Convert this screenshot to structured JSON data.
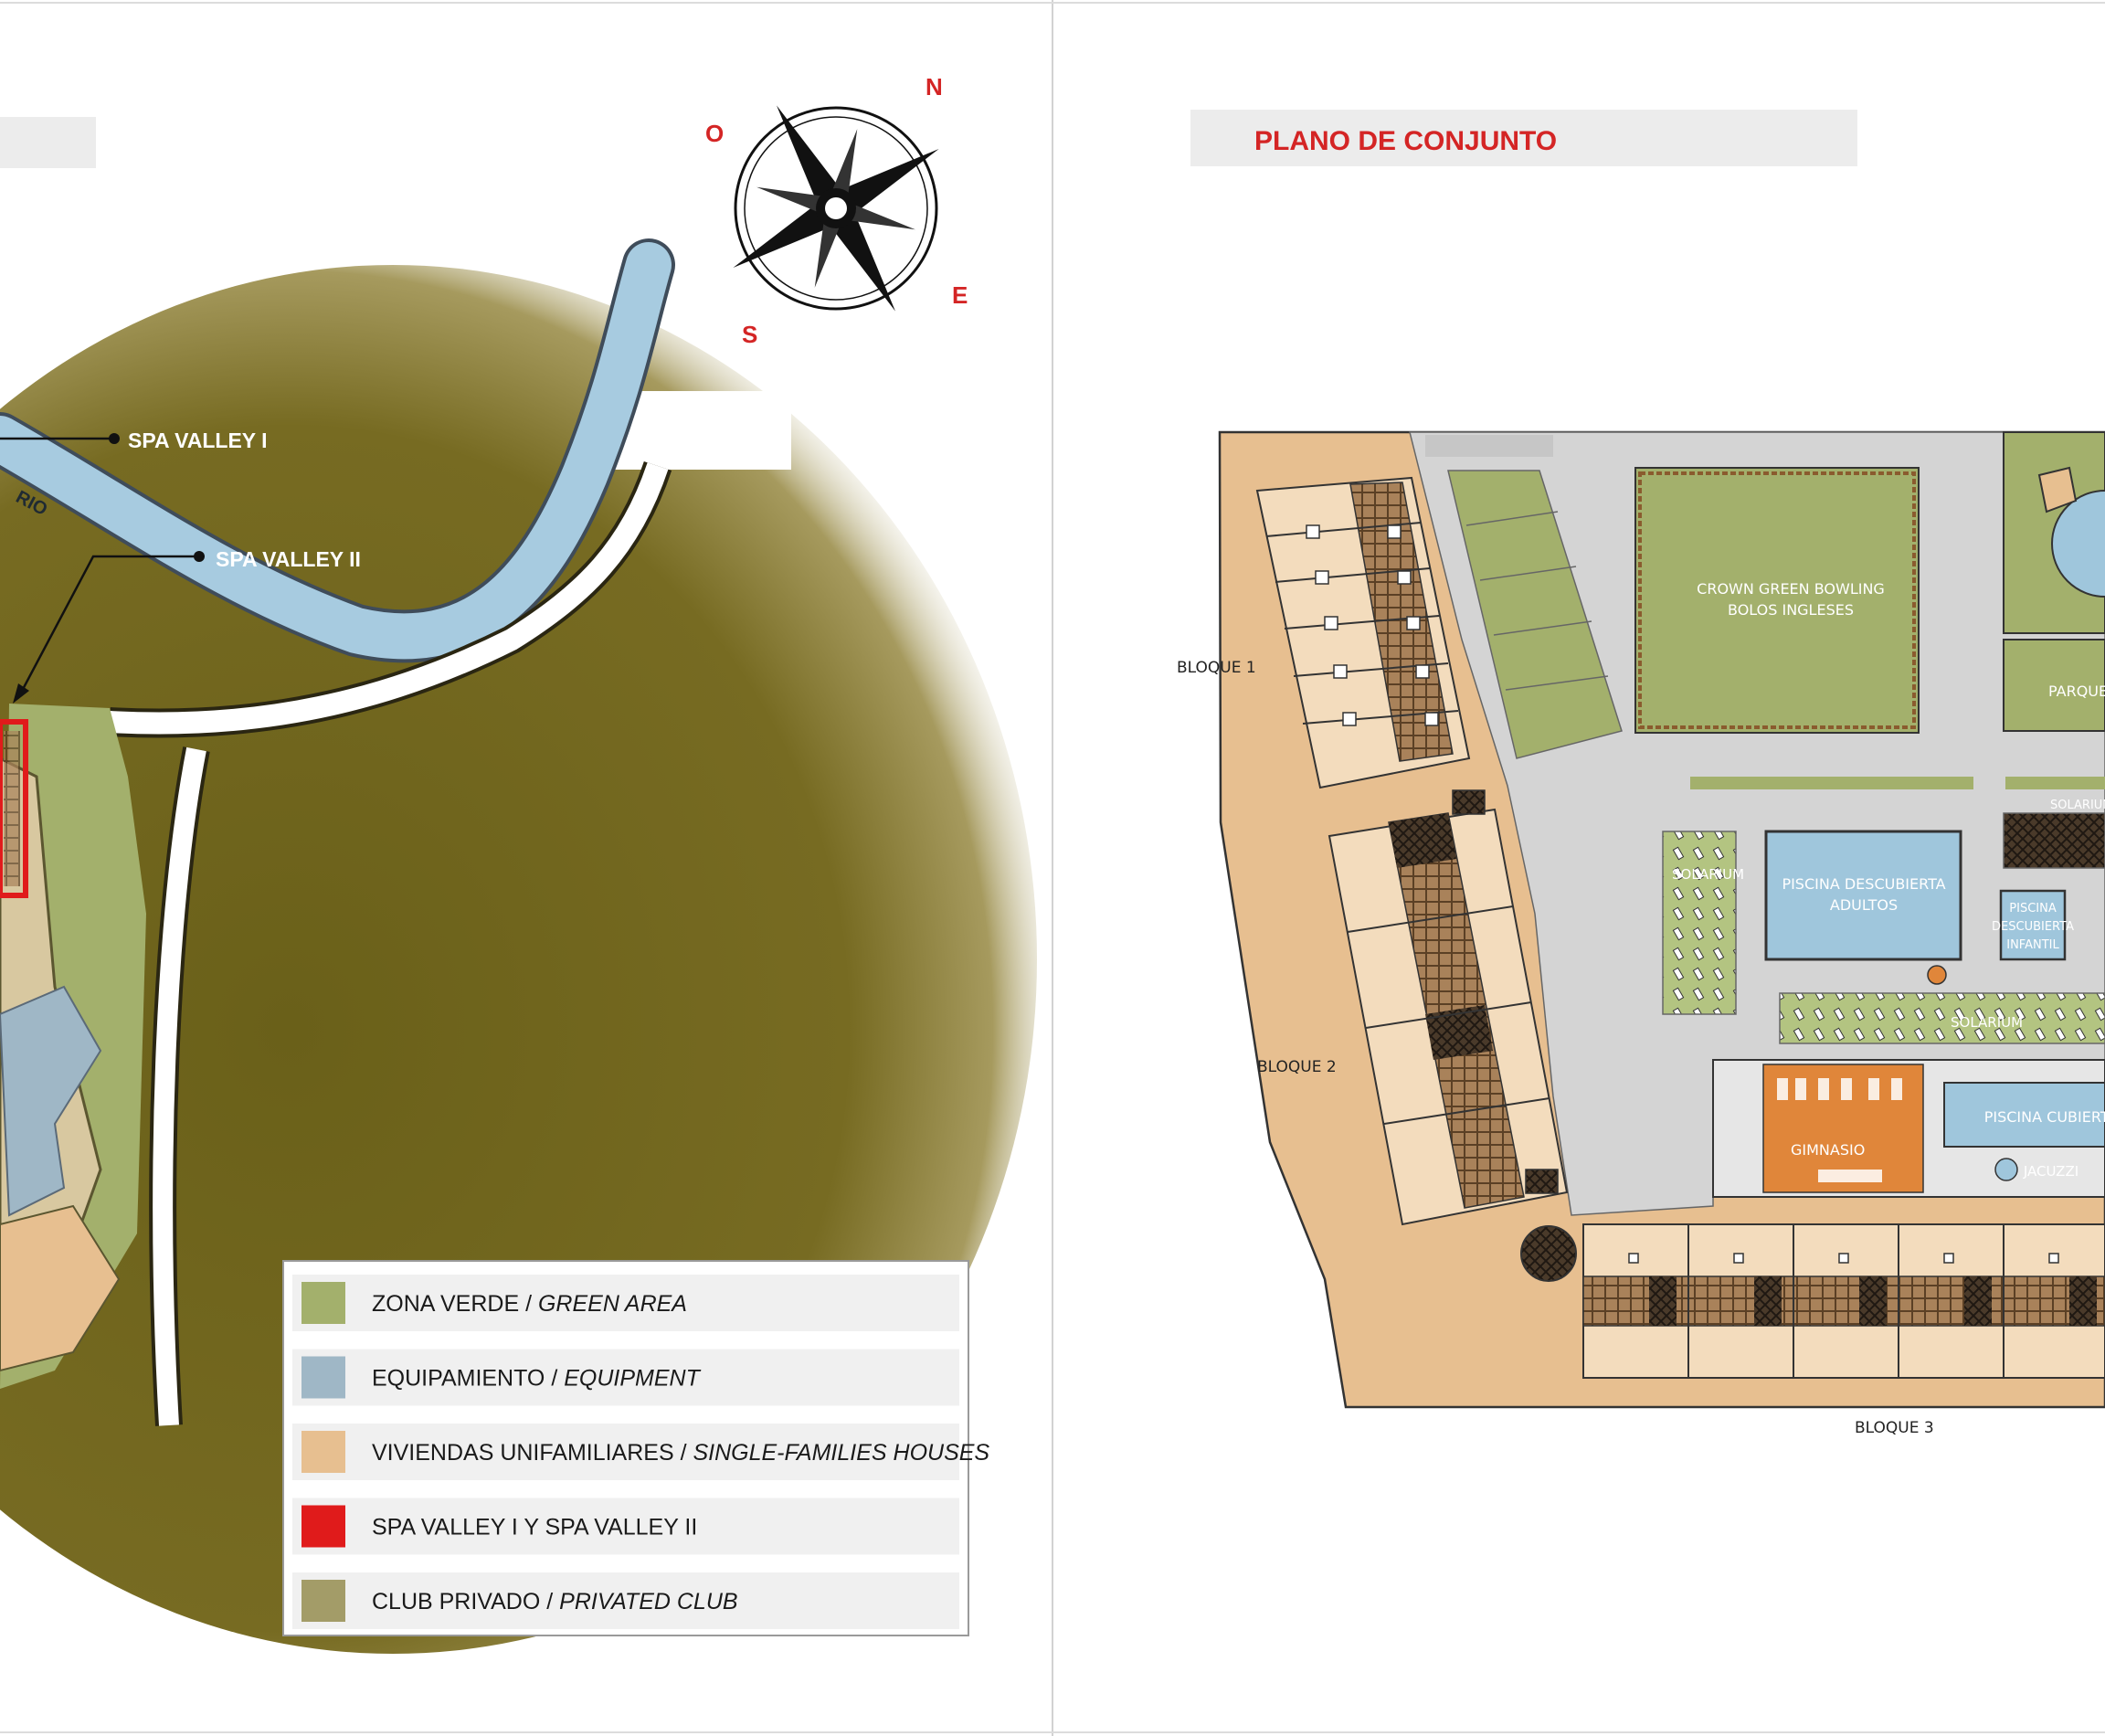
{
  "compass": {
    "north": "N",
    "south": "S",
    "east": "E",
    "west": "O"
  },
  "site_map": {
    "labels": {
      "spa1": "SPA VALLEY I",
      "spa2": "SPA VALLEY II",
      "river": "RIO"
    },
    "legend": [
      {
        "text": "ZONA VERDE / ",
        "italic": "GREEN AREA",
        "color": "#a3b06c"
      },
      {
        "text": "EQUIPAMIENTO / ",
        "italic": "EQUIPMENT",
        "color": "#9fb7c6"
      },
      {
        "text": "VIVIENDAS UNIFAMILIARES / ",
        "italic": "SINGLE-FAMILIES HOUSES",
        "color": "#e7bf90"
      },
      {
        "text": "SPA VALLEY I Y SPA VALLEY II",
        "italic": "",
        "color": "#e01b1b"
      },
      {
        "text": "CLUB PRIVADO / ",
        "italic": "PRIVATED CLUB",
        "color": "#a39c68"
      }
    ]
  },
  "plan": {
    "title": "PLANO DE CONJUNTO",
    "labels": {
      "bloque1": "BLOQUE 1",
      "bloque2": "BLOQUE 2",
      "bloque3": "BLOQUE 3",
      "bowling1": "CROWN GREEN BOWLING",
      "bowling2": "BOLOS INGLESES",
      "parque": "PARQUE",
      "solarium": "SOLARIUM",
      "pool_adult1": "PISCINA DESCUBIERTA",
      "pool_adult2": "ADULTOS",
      "pool_kids1": "PISCINA",
      "pool_kids2": "DESCUBIERTA",
      "pool_kids3": "INFANTIL",
      "gym": "GIMNASIO",
      "indoor_pool": "PISCINA CUBIERTA",
      "jacuzzi": "JACUZZI"
    }
  }
}
